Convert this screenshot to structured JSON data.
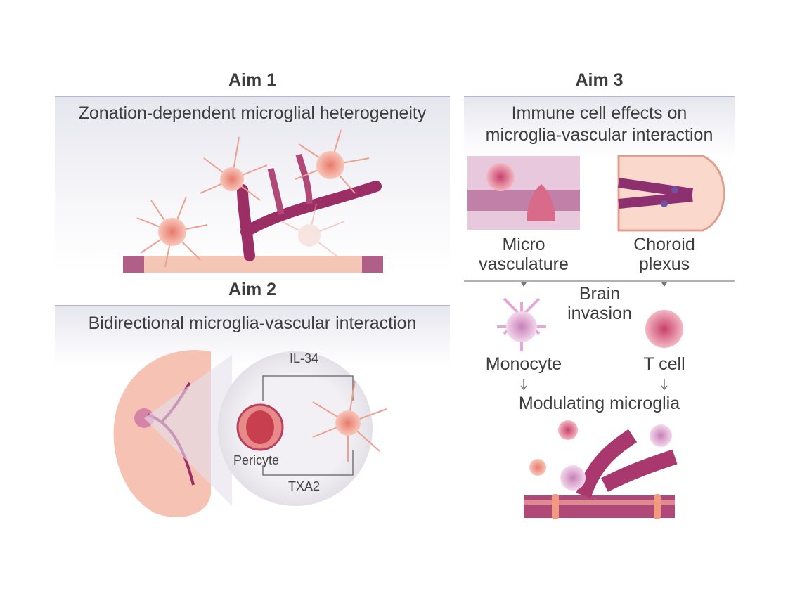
{
  "aim1": {
    "heading": "Aim 1",
    "title": "Zonation-dependent microglial heterogeneity"
  },
  "aim2": {
    "heading": "Aim 2",
    "title": "Bidirectional microglia-vascular interaction",
    "signal_top": "IL-34",
    "signal_bottom": "TXA2",
    "cell_label": "Pericyte"
  },
  "aim3": {
    "heading": "Aim 3",
    "title_line1": "Immune cell effects on",
    "title_line2": "microglia-vascular interaction",
    "route_left_line1": "Micro",
    "route_left_line2": "vasculature",
    "route_right_line1": "Choroid",
    "route_right_line2": "plexus",
    "middle_line1": "Brain",
    "middle_line2": "invasion",
    "cell_left": "Monocyte",
    "cell_right": "T cell",
    "outcome": "Modulating microglia"
  },
  "colors": {
    "vessel": "#a8386e",
    "microglia": "#f0a898",
    "rule": "#b9b3c9"
  }
}
